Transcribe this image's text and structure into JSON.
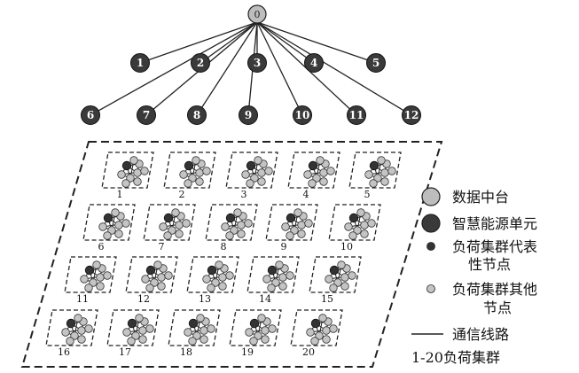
{
  "diagram": {
    "hub": {
      "label": "0",
      "color": "#bdbdbd"
    },
    "units": [
      "1",
      "2",
      "3",
      "4",
      "5",
      "6",
      "7",
      "8",
      "9",
      "10",
      "11",
      "12"
    ],
    "unit_color": "#3a3a3a",
    "cluster_labels": [
      "1",
      "2",
      "3",
      "4",
      "5",
      "6",
      "7",
      "8",
      "9",
      "10",
      "11",
      "12",
      "13",
      "14",
      "15",
      "16",
      "17",
      "18",
      "19",
      "20"
    ],
    "rep_color": "#333333",
    "other_color": "#c4c4c4",
    "line_color": "#222222"
  },
  "legend": {
    "items": [
      {
        "text": "数据中台"
      },
      {
        "text": "智慧能源单元"
      },
      {
        "text": "负荷集群代表",
        "text2": "性节点"
      },
      {
        "text": "负荷集群其他",
        "text2": "节点"
      },
      {
        "text": "通信线路"
      }
    ],
    "footer": "1-20负荷集群"
  }
}
